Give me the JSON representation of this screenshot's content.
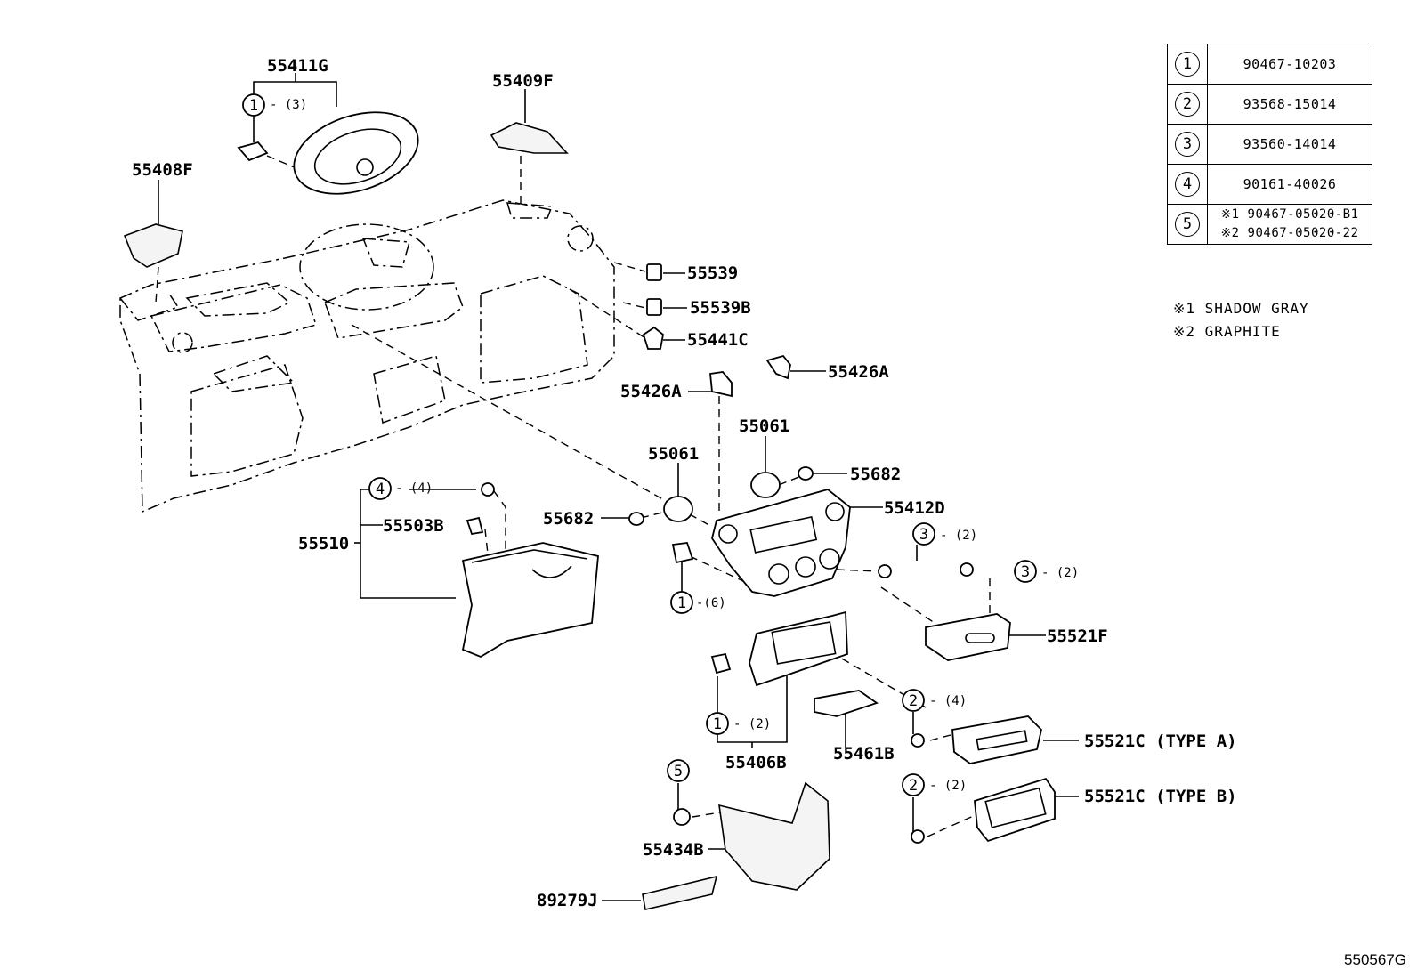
{
  "callouts": {
    "c55411G": "55411G",
    "c55409F": "55409F",
    "c55408F": "55408F",
    "c55539": "55539",
    "c55539B": "55539B",
    "c55441C": "55441C",
    "c55426A_r": "55426A",
    "c55426A_l": "55426A",
    "c55061_l": "55061",
    "c55061_r": "55061",
    "c55682_l": "55682",
    "c55682_r": "55682",
    "c55412D": "55412D",
    "c55510": "55510",
    "c55503B": "55503B",
    "c55521F": "55521F",
    "c55521C_a": "55521C (TYPE A)",
    "c55521C_b": "55521C (TYPE B)",
    "c55406B": "55406B",
    "c55461B": "55461B",
    "c55434B": "55434B",
    "c89279J": "89279J"
  },
  "refs": {
    "r1_top": "1",
    "q1_top": "- (3)",
    "r4": "4",
    "q4": "- (4)",
    "r3_a": "3",
    "q3_a": "- (2)",
    "r3_b": "3",
    "q3_b": "- (2)",
    "r1_mid": "1",
    "q1_mid": "-(6)",
    "r1_low": "1",
    "q1_low": "- (2)",
    "r2_a": "2",
    "q2_a": "- (4)",
    "r2_b": "2",
    "q2_b": "- (2)",
    "r5": "5"
  },
  "ref_table": [
    {
      "index": "1",
      "part": "90467-10203"
    },
    {
      "index": "2",
      "part": "93568-15014"
    },
    {
      "index": "3",
      "part": "93560-14014"
    },
    {
      "index": "4",
      "part": "90161-40026"
    },
    {
      "index": "5",
      "part_1": "※1 90467-05020-B1",
      "part_2": "※2 90467-05020-22"
    }
  ],
  "notes": [
    "※1  SHADOW GRAY",
    "※2  GRAPHITE"
  ],
  "diagram_code": "550567G"
}
